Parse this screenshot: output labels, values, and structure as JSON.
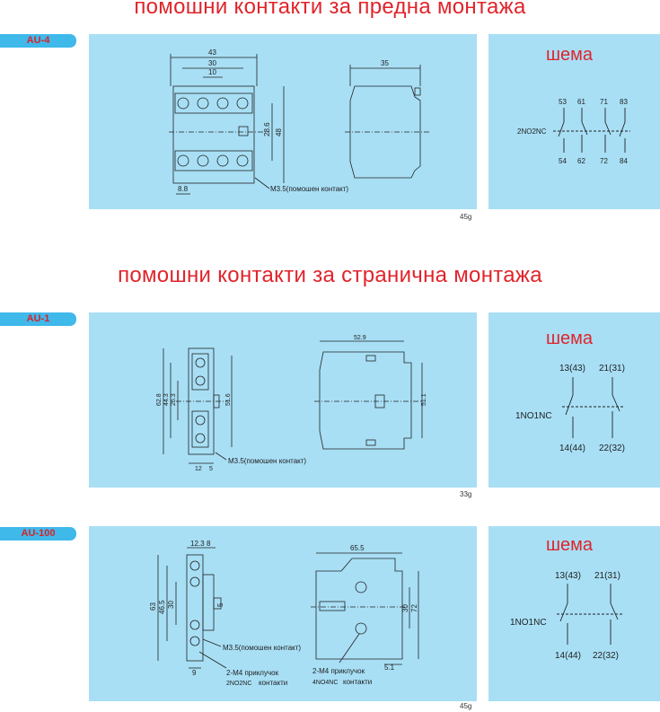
{
  "headings": {
    "front": "помошни контакти за предна монтажа",
    "side": "помошни контакти за странична монтажа"
  },
  "au4": {
    "model": "AU-4",
    "weight": "45g",
    "schema_title": "шема",
    "dim_43": "43",
    "dim_30": "30",
    "dim_10": "10",
    "dim_35": "35",
    "dim_28_6": "28.6",
    "dim_48": "48",
    "dim_8_8": "8.8",
    "terminal_note": "M3.5(помошен контакт)",
    "schema_label": "2NO2NC",
    "top_terminals": [
      "53",
      "61",
      "71",
      "83"
    ],
    "bottom_terminals": [
      "54",
      "62",
      "72",
      "84"
    ]
  },
  "au1": {
    "model": "AU-1",
    "weight": "33g",
    "schema_title": "шема",
    "dim_62_8": "62.8",
    "dim_44_3": "44.3",
    "dim_26_3": "26.3",
    "dim_51_6": "51.6",
    "dim_12": "12",
    "dim_5": "5",
    "dim_52_9": "52.9",
    "dim_51_1": "51.1",
    "terminal_note": "M3.5(помошен контакт)",
    "schema_label": "1NO1NC",
    "top_terminals": [
      "13(43)",
      "21(31)"
    ],
    "bottom_terminals": [
      "14(44)",
      "22(32)"
    ]
  },
  "au100": {
    "model": "AU-100",
    "weight": "45g",
    "schema_title": "шема",
    "dim_12_3": "12.3",
    "dim_8": "8",
    "dim_63": "63",
    "dim_46_5": "46.5",
    "dim_30": "30",
    "dim_5": "5",
    "dim_9": "9",
    "dim_65_5": "65.5",
    "dim_30b": "30",
    "dim_72": "72",
    "dim_5_1": "5.1",
    "terminal_note": "M3.5(помошен контакт)",
    "screw_label_1": "2-M4 приклучок",
    "screw_sub_1": "2NO2NC",
    "screw_word_1": "контакти",
    "screw_label_2": "2-M4 приклучок",
    "screw_sub_2": "4NO4NC",
    "screw_word_2": "контакти",
    "schema_label": "1NO1NC",
    "top_terminals": [
      "13(43)",
      "21(31)"
    ],
    "bottom_terminals": [
      "14(44)",
      "22(32)"
    ]
  }
}
